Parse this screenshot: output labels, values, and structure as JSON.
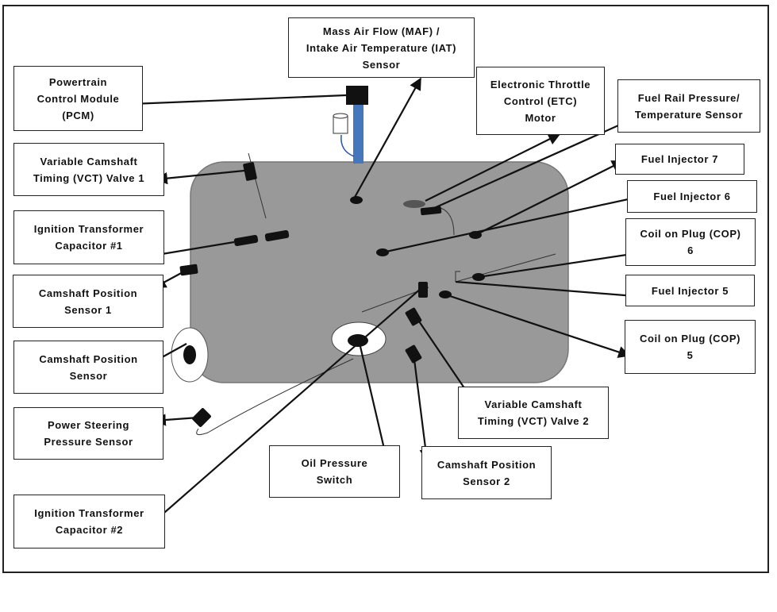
{
  "colors": {
    "engine_block": "#999999",
    "engine_outline": "#777777",
    "component": "#111111",
    "intake_tube": "#4477bb",
    "pcm_box": "#111111",
    "arrow": "#111111"
  },
  "labels": {
    "maf_iat": "Mass Air Flow (MAF) /\nIntake Air Temperature (IAT)\nSensor",
    "pcm": "Powertrain\nControl Module\n(PCM)",
    "etc": "Electronic Throttle\nControl (ETC)\nMotor",
    "frp": "Fuel Rail Pressure/\nTemperature Sensor",
    "vct1": "Variable Camshaft\nTiming (VCT) Valve 1",
    "fi7": "Fuel Injector 7",
    "fi6": "Fuel Injector 6",
    "itc1": "Ignition Transformer\nCapacitor #1",
    "cop6": "Coil on Plug (COP)\n6",
    "cps1": "Camshaft Position\nSensor 1",
    "fi5": "Fuel Injector 5",
    "cps": "Camshaft Position\nSensor",
    "cop5": "Coil on Plug (COP)\n5",
    "pss": "Power Steering\nPressure Sensor",
    "vct2": "Variable Camshaft\nTiming (VCT) Valve 2",
    "ops": "Oil Pressure\nSwitch",
    "cps2": "Camshaft Position\nSensor 2",
    "itc2": "Ignition Transformer\nCapacitor #2"
  }
}
